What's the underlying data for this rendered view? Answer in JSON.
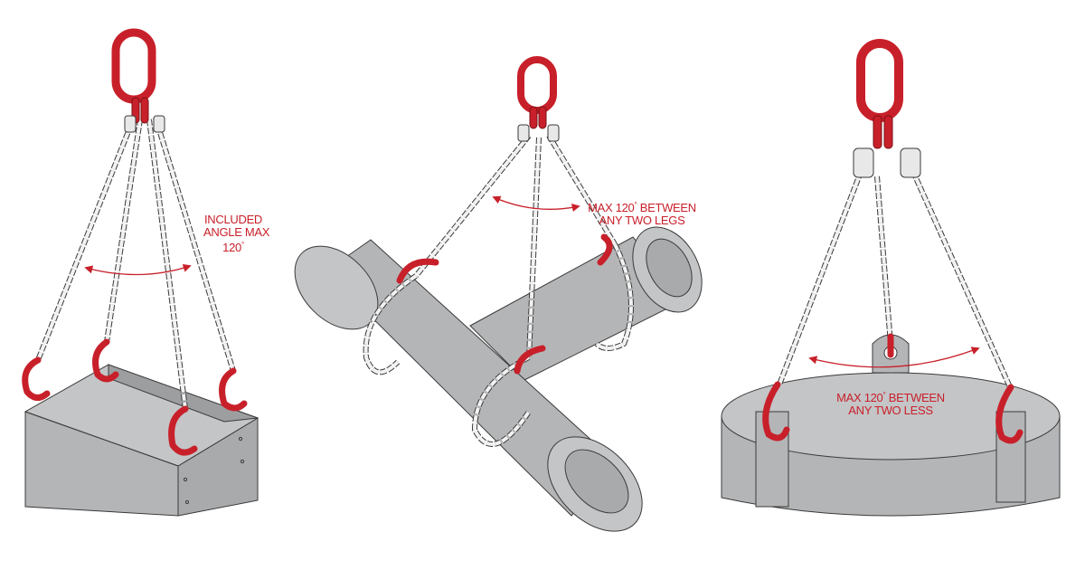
{
  "colors": {
    "accent": "#c8202a",
    "load_fill": "#b4b5b7",
    "load_stroke": "#3a3a3a",
    "chain": "#f2f2f2"
  },
  "panels": [
    {
      "name": "four-leg-sling-box",
      "label_lines": [
        "INCLUDED",
        "ANGLE MAX",
        "120",
        "°"
      ]
    },
    {
      "name": "three-leg-sling-pipes",
      "label_lines": [
        "MAX 120",
        "°",
        " BETWEEN",
        "ANY TWO LEGS"
      ]
    },
    {
      "name": "three-leg-sling-round-load",
      "label_lines": [
        "MAX 120",
        "°",
        " BETWEEN",
        "ANY TWO LESS"
      ]
    }
  ]
}
